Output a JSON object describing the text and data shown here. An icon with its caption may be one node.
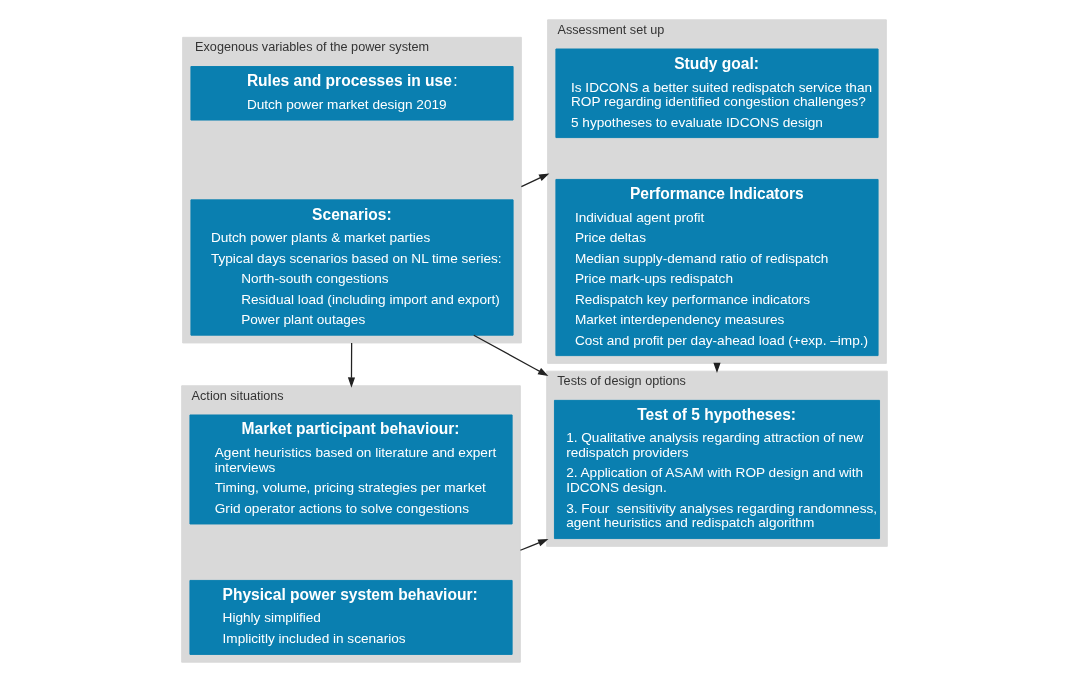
{
  "diagram": {
    "nodes": [
      {
        "text": [
          "Exogenous variables of the power system"
        ]
      },
      {
        "text": [
          "**Rules and processes in use**:",
          "Dutch power market design 2019"
        ],
        "in": 0
      },
      {
        "text": [
          "Scenarios:",
          "Dutch power plants & market parties",
          "Typical days scenarios based on NL time series:",
          "North-south congestions",
          "Residual load (including import and export)",
          "Power plant outages"
        ],
        "in": 0
      },
      {
        "text": [
          "Assessment set up"
        ]
      },
      {
        "text": [
          "Study goal:",
          "Is IDCONS a better suited redispatch service than ROP regarding identified congestion challenges?",
          "5 hypotheses to evaluate IDCONS design"
        ],
        "in": 3
      },
      {
        "text": [
          "Performance Indicators",
          "Individual agent profit",
          "Price deltas",
          "Median supply-demand ratio of redispatch",
          "Price mark-ups redispatch",
          "Redispatch key performance indicators",
          "Market interdependency measures",
          "Cost and profit per day-ahead load (+exp. –imp.)"
        ],
        "in": 3
      },
      {
        "text": [
          "Action situations"
        ]
      },
      {
        "text": [
          "Market participant behaviour:",
          "Agent heuristics based on literature and expert interviews",
          "Timing, volume, pricing strategies per market",
          "Grid operator actions to solve congestions"
        ],
        "in": 6
      },
      {
        "text": [
          "Physical power system behaviour:",
          "Highly simplified",
          "Implicitly included in scenarios"
        ],
        "in": 6
      },
      {
        "text": [
          "Tests of design options"
        ]
      },
      {
        "text": [
          "Test of 5 hypotheses:",
          "1. Qualitative analysis regarding attraction of new redispatch providers",
          "2. Application of ASAM with ROP design and with IDCONS design.",
          "3. Four  sensitivity analyses regarding randomness, agent heuristics and redispatch algorithm"
        ],
        "in": 9
      }
    ],
    "edges": [
      {
        "from": 0,
        "to": 3,
        "arrow": "to"
      },
      {
        "from": 0,
        "to": 6,
        "arrow": "to"
      },
      {
        "from": 2,
        "to": 9,
        "arrow": "to"
      },
      {
        "from": 3,
        "to": 9,
        "arrow": "to"
      },
      {
        "from": 6,
        "to": 9,
        "arrow": "to"
      }
    ]
  }
}
